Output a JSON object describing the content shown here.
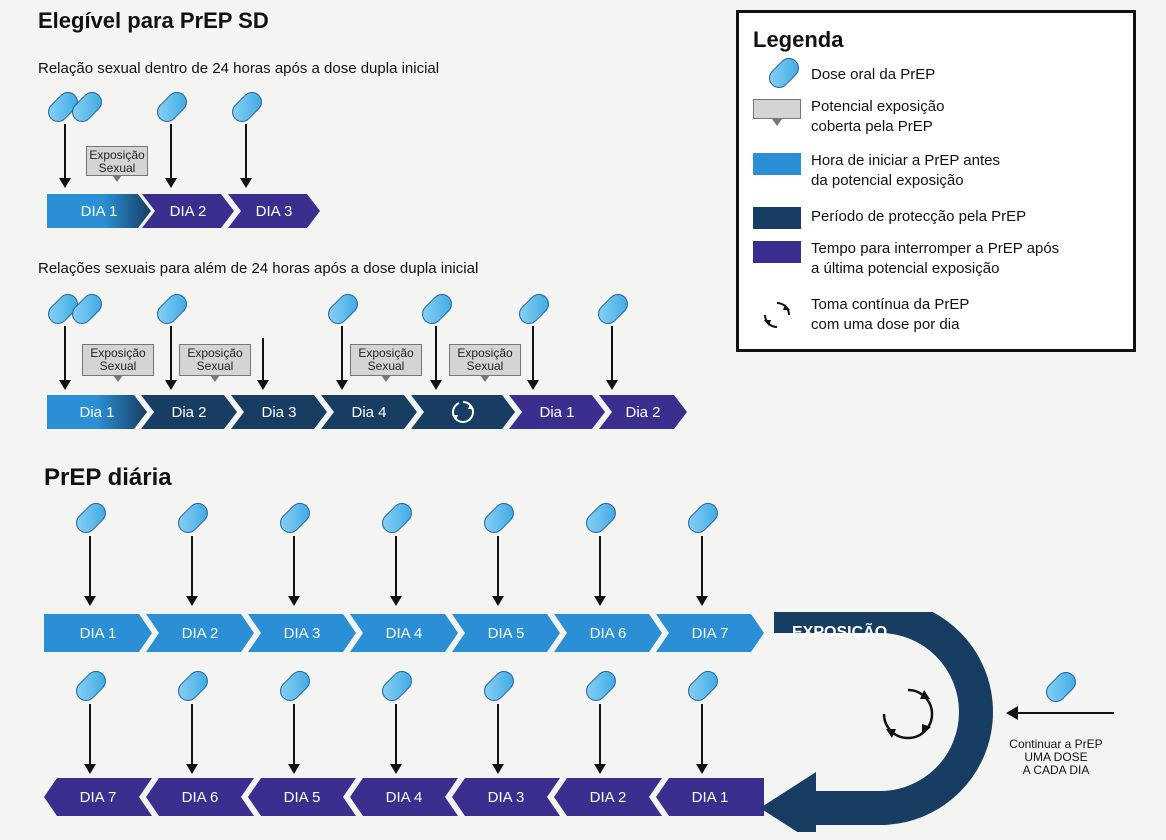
{
  "sd": {
    "title": "Elegível para PrEP SD",
    "case1_subtitle": "Relação sexual dentro de 24 horas após a dose dupla inicial",
    "case1_days": [
      "DIA  1",
      "DIA 2",
      "DIA 3"
    ],
    "case2_subtitle": "Relações sexuais para além de 24 horas após a dose dupla inicial",
    "case2_days": [
      "Dia 1",
      "Dia 2",
      "Dia 3",
      "Dia 4",
      "",
      "Dia 1",
      "Dia 2"
    ],
    "exposure_line1": "Exposição",
    "exposure_line2": "Sexual"
  },
  "daily": {
    "title": "PrEP diária",
    "top_days": [
      "DIA 1",
      "DIA 2",
      "DIA 3",
      "DIA 4",
      "DIA 5",
      "DIA 6",
      "DIA 7"
    ],
    "bottom_days": [
      "DIA 7",
      "DIA 6",
      "DIA 5",
      "DIA 4",
      "DIA 3",
      "DIA 2",
      "DIA 1"
    ],
    "exposure_label": "EXPOSIÇÃO",
    "continue_line1": "Continuar a PrEP",
    "continue_line2": "UMA DOSE",
    "continue_line3": "A CADA DIA"
  },
  "legend": {
    "title": "Legenda",
    "items": [
      {
        "text1": "Dose oral da PrEP",
        "text2": "",
        "icon": "pill-icon"
      },
      {
        "text1": "Potencial exposição",
        "text2": "coberta pela PrEP",
        "icon": "speech-bubble-icon"
      },
      {
        "text1": "Hora de iniciar a PrEP antes",
        "text2": "da potencial exposição",
        "color": "#2a8fd4"
      },
      {
        "text1": "Período de protecção pela PrEP",
        "text2": "",
        "color": "#183d63"
      },
      {
        "text1": "Tempo para interromper a PrEP após",
        "text2": "a última potencial exposição",
        "color": "#3a2f8f"
      },
      {
        "text1": "Toma contínua da PrEP",
        "text2": "com uma dose por dia",
        "icon": "cycle-icon"
      }
    ]
  },
  "colors": {
    "start_blue": "#2a8fd4",
    "protect_navy": "#183d63",
    "stop_purple": "#3a2f8f"
  }
}
